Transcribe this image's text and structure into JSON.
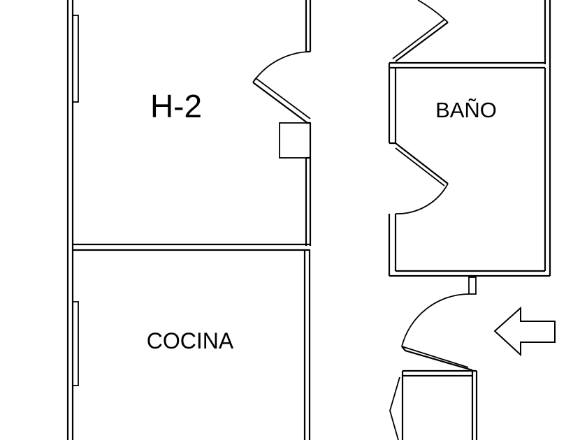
{
  "rooms": [
    {
      "id": "h2",
      "label": "H-2"
    },
    {
      "id": "bano",
      "label": "BAÑO"
    },
    {
      "id": "cocina",
      "label": "COCINA"
    }
  ],
  "colors": {
    "line": "#000000",
    "background": "#ffffff"
  },
  "icons": {
    "entrance": "arrow-left-outline-icon"
  }
}
